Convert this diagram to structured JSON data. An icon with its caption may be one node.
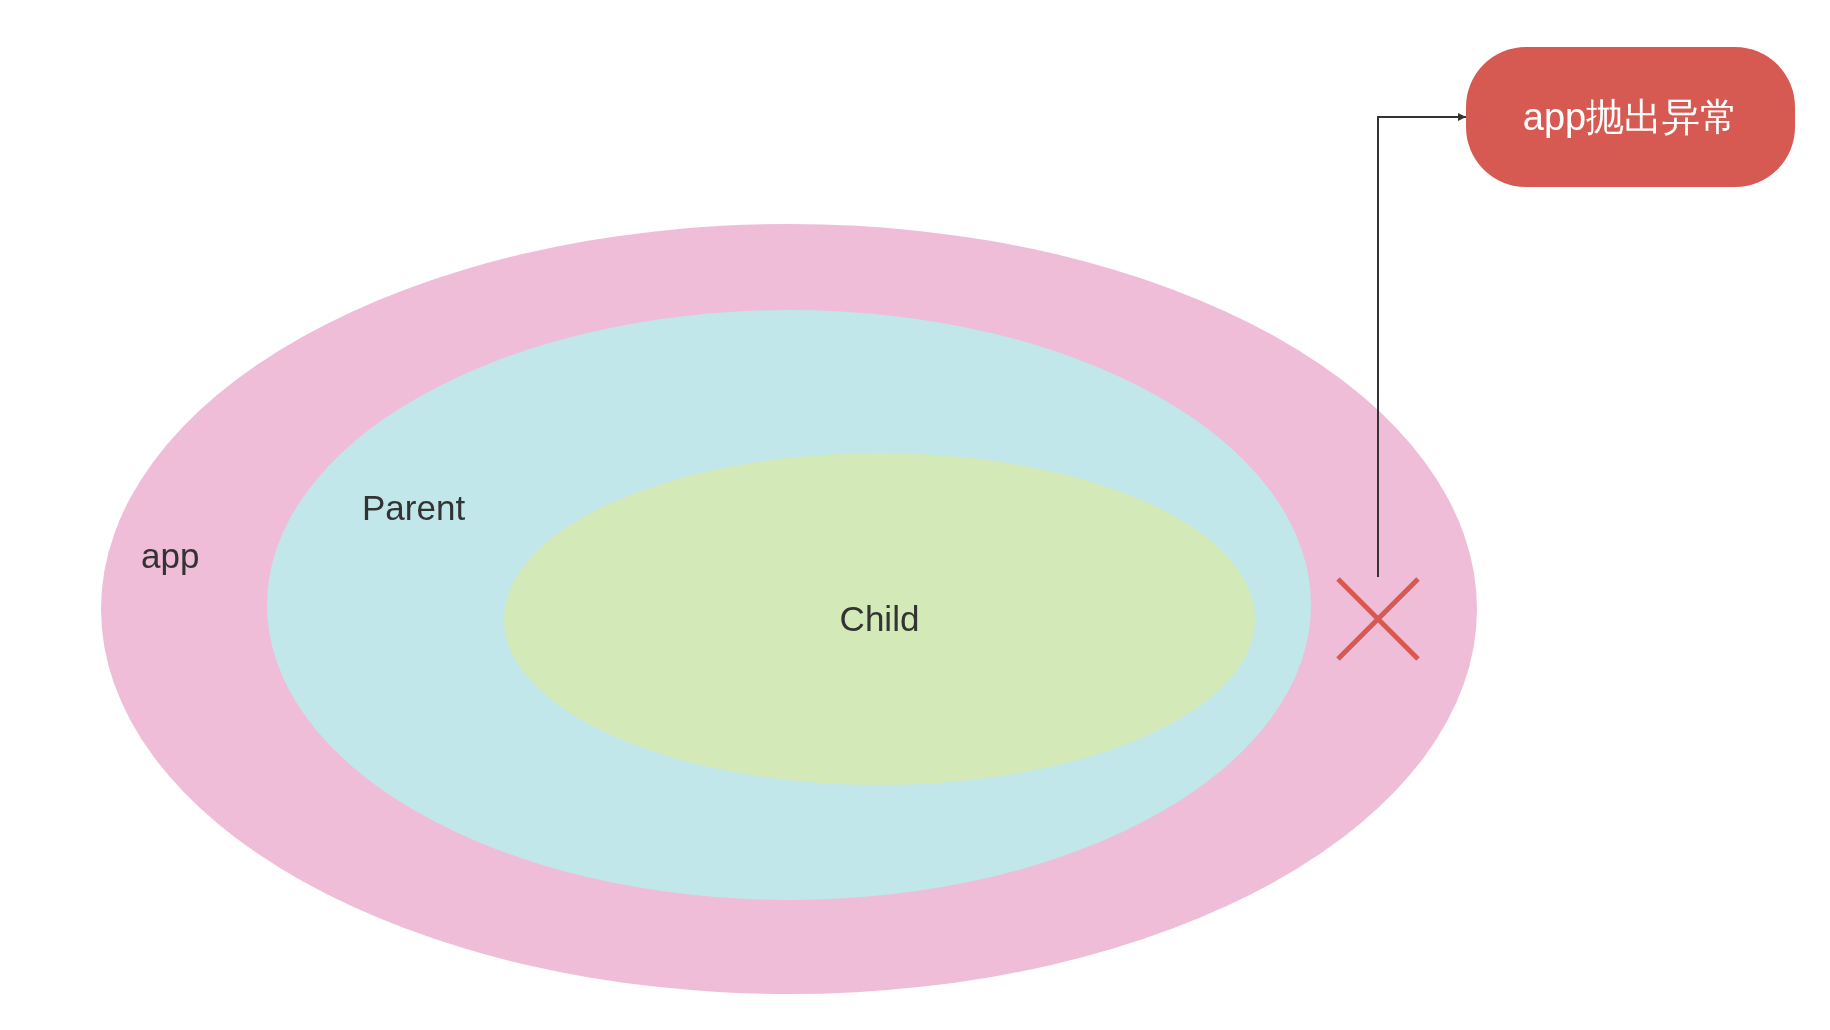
{
  "diagram": {
    "nodes": [
      {
        "text": [
          "app"
        ]
      },
      {
        "text": [
          "Parent"
        ],
        "in": 0
      },
      {
        "text": [
          "Child"
        ],
        "in": 1
      },
      {
        "text": [],
        "shape": "cross",
        "in": 0
      },
      {
        "text": [
          "app抛出异常"
        ]
      }
    ],
    "edges": [
      {
        "from": 3,
        "to": 4,
        "arrow": "to"
      }
    ]
  }
}
